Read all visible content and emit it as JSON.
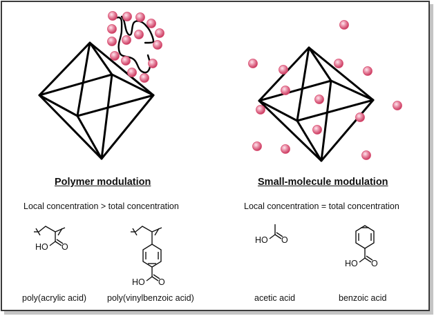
{
  "panels": [
    {
      "id": "polymer",
      "heading": "Polymer modulation",
      "relation": "Local concentration > total concentration",
      "molecules": [
        {
          "name": "poly(acrylic acid)",
          "hydroxyl_label": "HO",
          "oxygen_label": "O"
        },
        {
          "name": "poly(vinylbenzoic acid)",
          "hydroxyl_label": "HO",
          "oxygen_label": "O"
        }
      ]
    },
    {
      "id": "small-molecule",
      "heading": "Small-molecule modulation",
      "relation": "Local concentration = total concentration",
      "molecules": [
        {
          "name": "acetic acid",
          "hydroxyl_label": "HO",
          "oxygen_label": "O"
        },
        {
          "name": "benzoic acid",
          "hydroxyl_label": "HO",
          "oxygen_label": "O"
        }
      ]
    }
  ],
  "colors": {
    "modulator_ball": "#d94a6e",
    "ball_highlight": "#ffe6ee",
    "crystal_edge": "#000000",
    "frame": "#3a3a3a",
    "shadow": "#c4c4c4"
  },
  "icons": {
    "crystal": "octahedron-icon",
    "modulator": "sphere-icon",
    "polymer_chain": "chain-icon"
  }
}
